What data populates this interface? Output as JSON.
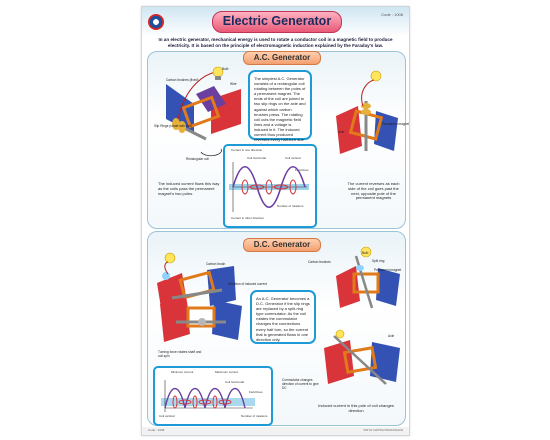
{
  "poster": {
    "title": "Electric Generator",
    "intro": "In an electric generator, mechanical energy is used to rotate a conductor coil in a magnetic field to produce electricity. It is based on the principle of electromagnetic induction explained by the Faraday's law."
  },
  "ac": {
    "section_title": "A.C. Generator",
    "description": "The simplest A.C. Generator consists of a rectangular coil rotating between the poles of a permanent magnet. The ends of the coil are joined to two slip rings on the axle and against which carbon brushes press. The rotating coil cuts the magnetic field lines and a voltage is induced in it. The induced current thus produced reverses every half-turn due to slip rings.",
    "note_left": "The induced current flows this way as the coils pass the permanent magnet's two poles.",
    "note_right": "The current reverses as each side of the coil goes past the next, opposite pole of the permanent magnets",
    "labels": {
      "carbon_brushes": "Carbon brushes (fixed)",
      "wire": "Wire",
      "bulb": "Bulb",
      "slip_rings": "Slip Rings (rotate with coil)",
      "rectangular_coil": "Rectangular coil",
      "rotation": "Rotation",
      "axle": "Axle",
      "permanent_magnet": "Permanent magnet"
    },
    "graph": {
      "top_label": "Current in one direction",
      "bottom_label": "Current in other direction",
      "coil_vertical": "Coil vertical",
      "coil_horizontal": "Coil horizontal",
      "field_lines": "Field lines",
      "rotations": "Number of rotations"
    }
  },
  "dc": {
    "section_title": "D.C. Generator",
    "description": "An A.C. Generator becomes a D.C. Generator if the slip rings are replaced by a split-ring type commutator. As the coil rotates the commutator changes the connections every half turn, so the current that is generated flows in one direction only.",
    "note_bottom": "Induced current in this pole of coil changes direction",
    "labels": {
      "carbon_brush": "Carbon brush",
      "direction_induced": "Direction of induced current",
      "bulb": "Bulb",
      "carbon_brushes": "Carbon brushes",
      "split_ring": "Split ring",
      "permanent_magnet": "Permanent magnet",
      "turning_force": "Turning force rotates shaft and coil spin",
      "axle": "Axle",
      "commutator": "Commutator changes direction of current to give DC"
    },
    "graph": {
      "minimum_current": "Minimum current",
      "maximum_current": "Maximum current",
      "coil_horizontal": "Coil horizontal",
      "field_lines": "Field lines",
      "coil_vertical": "Coil vertical",
      "rotations": "Number of rotations"
    }
  },
  "footer": {
    "code": "Code : 1008",
    "publisher": "VIDYA CHITRA PRAKASHAN"
  },
  "colors": {
    "accent_blue": "#1e9ad6",
    "magnet_red": "#d9343a",
    "magnet_blue": "#3452b4",
    "magnet_purple": "#6a3fa0",
    "bulb_yellow": "#ffe45c"
  }
}
